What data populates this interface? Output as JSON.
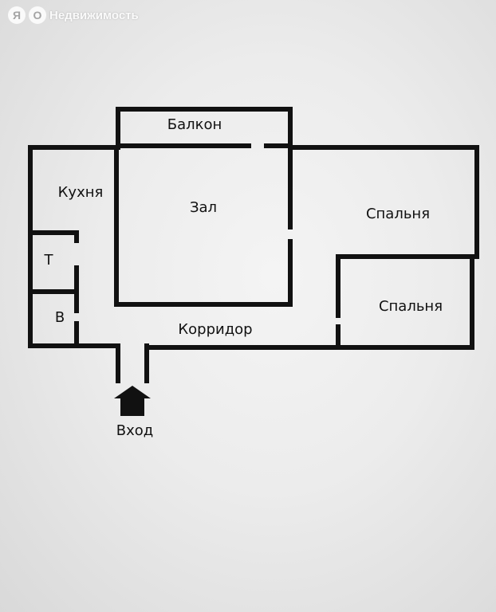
{
  "watermark": {
    "badge_left": "Я",
    "badge_right": "О",
    "brand": "Недвижимость"
  },
  "plan": {
    "rooms": {
      "balcony": "Балкон",
      "kitchen": "Кухня",
      "hall": "Зал",
      "bedroom_1": "Спальня",
      "bedroom_2": "Спальня",
      "toilet": "Т",
      "bathroom": "В",
      "corridor": "Корридор"
    },
    "entrance": "Вход"
  },
  "colors": {
    "wall": "#111111",
    "background": "#ececec",
    "watermark": "#ffffff"
  }
}
